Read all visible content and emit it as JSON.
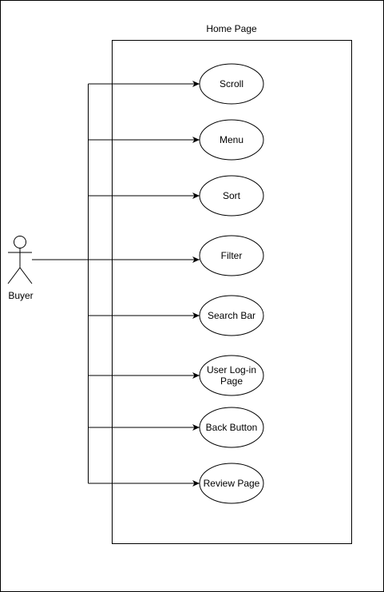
{
  "system": {
    "title": "Home Page"
  },
  "actor": {
    "label": "Buyer"
  },
  "use_cases": [
    {
      "lines": [
        "Scroll"
      ]
    },
    {
      "lines": [
        "Menu"
      ]
    },
    {
      "lines": [
        "Sort"
      ]
    },
    {
      "lines": [
        "Filter"
      ]
    },
    {
      "lines": [
        "Search Bar"
      ]
    },
    {
      "lines": [
        "User Log-in",
        "Page"
      ]
    },
    {
      "lines": [
        "Back Button"
      ]
    },
    {
      "lines": [
        "Review Page"
      ]
    }
  ],
  "colors": {
    "stroke": "#000000",
    "background": "#ffffff"
  }
}
